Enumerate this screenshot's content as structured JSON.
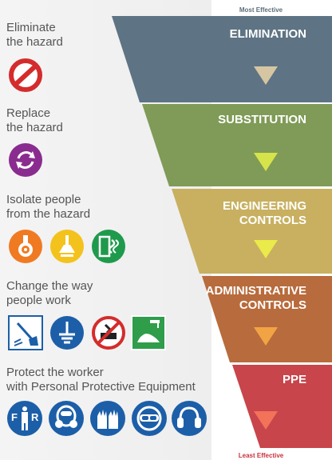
{
  "hierarchy": {
    "top_label": "Most Effective",
    "bottom_label": "Least Effective",
    "levels": [
      {
        "name": "ELIMINATION",
        "description": "Eliminate\nthe hazard",
        "color": "#5e7484",
        "arrow_color": "#d6c5a3",
        "icons": [
          "prohibition-icon"
        ]
      },
      {
        "name": "SUBSTITUTION",
        "description": "Replace\nthe hazard",
        "color": "#7f9b57",
        "arrow_color": "#d6e34a",
        "icons": [
          "substitution-cycle-icon"
        ]
      },
      {
        "name": "ENGINEERING\nCONTROLS",
        "description": "Isolate people\nfrom the hazard",
        "color": "#c8b060",
        "arrow_color": "#eaea4a",
        "icons": [
          "lab-flask-hazard-icon",
          "lab-funnel-icon",
          "door-ventilation-icon"
        ]
      },
      {
        "name": "ADMINISTRATIVE\nCONTROLS",
        "description": "Change the way\npeople work",
        "color": "#b86b3c",
        "arrow_color": "#f2a444",
        "icons": [
          "cleaning-broom-icon",
          "grounding-icon",
          "no-leaning-icon",
          "hand-wash-icon"
        ]
      },
      {
        "name": "PPE",
        "description": "Protect the worker\nwith Personal Protective Equipment",
        "color": "#c8454b",
        "arrow_color": "#f2725a",
        "icons": [
          "flame-resistant-clothing-icon",
          "respirator-icon",
          "gloves-icon",
          "safety-goggles-icon",
          "ear-protection-icon"
        ]
      }
    ],
    "icon_letters": {
      "fr_left": "F",
      "fr_right": "R"
    }
  }
}
